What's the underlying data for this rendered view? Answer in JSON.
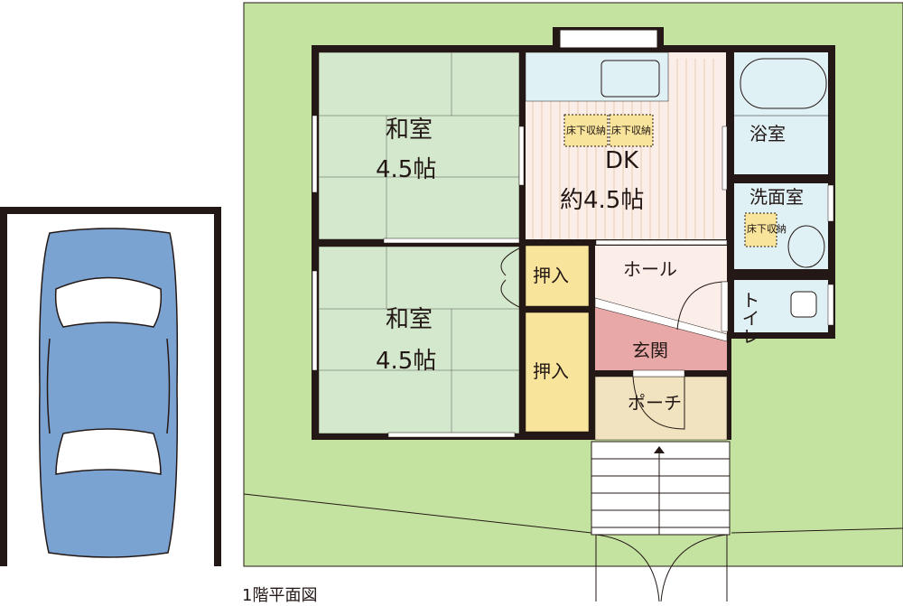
{
  "title": "1階平面図",
  "colors": {
    "lot": "#c5e3a0",
    "tatami": "#d3e8cc",
    "dk_floor": "#fbeee9",
    "wet_room": "#e0f1f6",
    "closet": "#f8e49b",
    "entrance": "#e8a8a8",
    "porch": "#f1e3c0",
    "car": "#7ba3d2",
    "wall": "#231815"
  },
  "rooms": {
    "washitsu_1": {
      "name": "和室",
      "size": "4.5帖"
    },
    "washitsu_2": {
      "name": "和室",
      "size": "4.5帖"
    },
    "dk": {
      "name": "DK",
      "size": "約4.5帖"
    },
    "underfloor_storage": "床下収納",
    "bath": "浴室",
    "washroom": "洗面室",
    "toilet": "トイレ",
    "closet_1": "押入",
    "closet_2": "押入",
    "hall": "ホール",
    "entrance": "玄関",
    "porch": "ポーチ"
  }
}
